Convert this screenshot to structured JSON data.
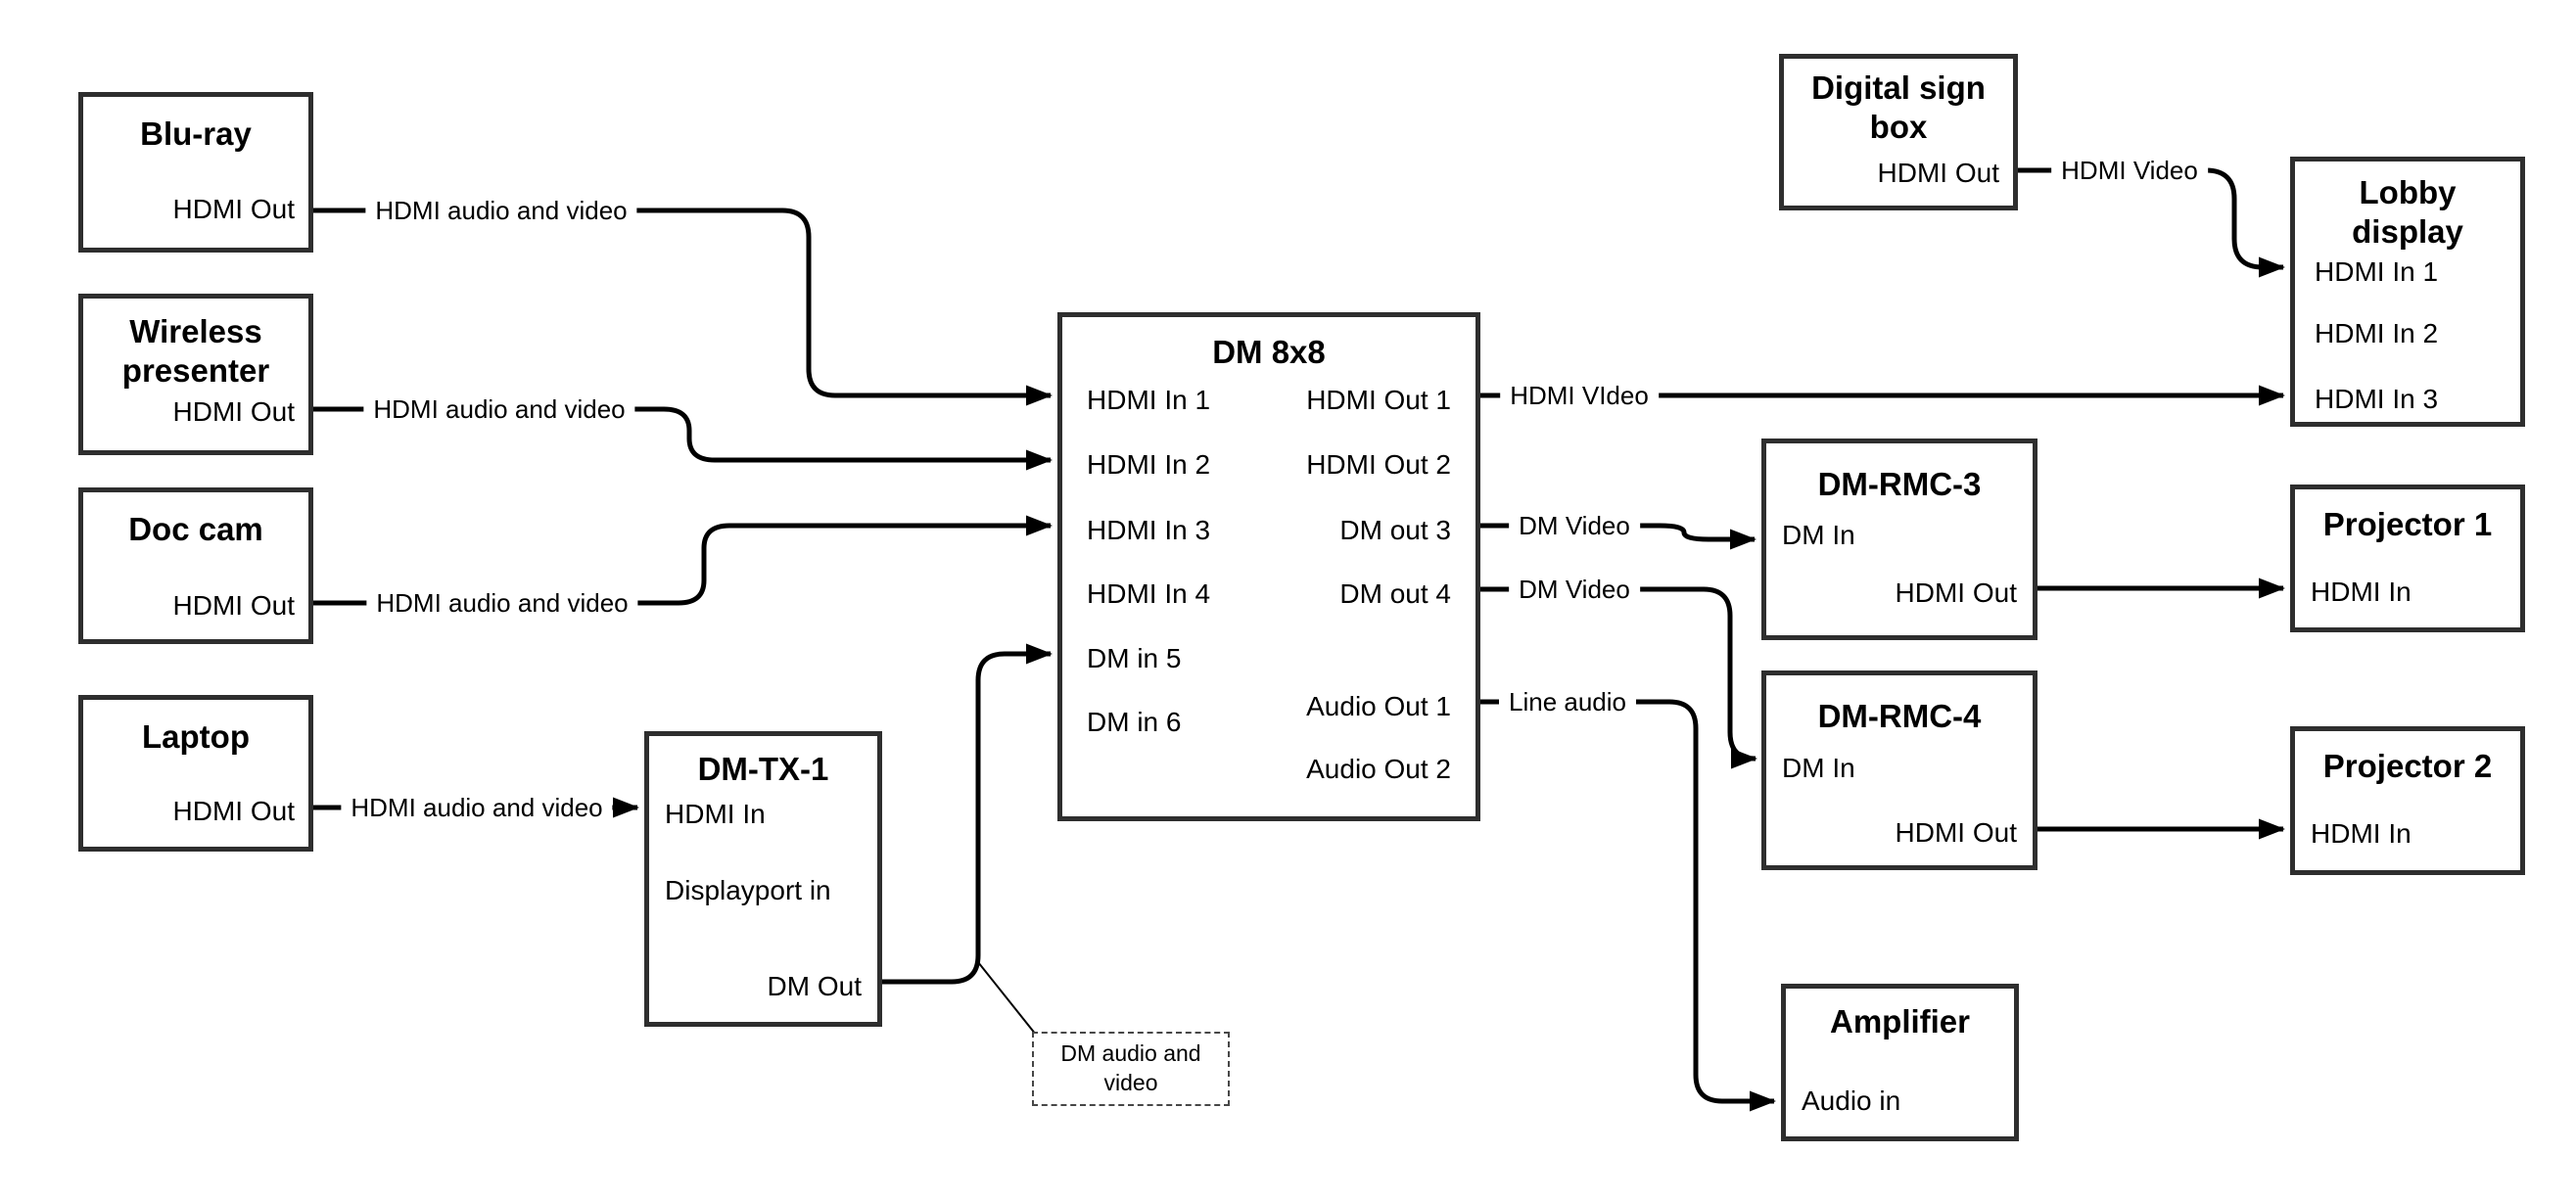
{
  "diagram": {
    "background": "#ffffff",
    "wire_color": "#000000",
    "box_border_color": "#2e2e2e",
    "text_color": "#000000"
  },
  "nodes": {
    "bluray": {
      "title": "Blu-ray",
      "ports": [
        {
          "label": "HDMI Out"
        }
      ]
    },
    "wireless": {
      "title": "Wireless\npresenter",
      "ports": [
        {
          "label": "HDMI Out"
        }
      ]
    },
    "doccam": {
      "title": "Doc cam",
      "ports": [
        {
          "label": "HDMI Out"
        }
      ]
    },
    "laptop": {
      "title": "Laptop",
      "ports": [
        {
          "label": "HDMI Out"
        }
      ]
    },
    "dmtx1": {
      "title": "DM-TX-1",
      "ports": [
        {
          "label": "HDMI In"
        },
        {
          "label": "Displayport in"
        },
        {
          "label": "DM Out"
        }
      ]
    },
    "dm8x8": {
      "title": "DM 8x8",
      "ports": [
        {
          "label": "HDMI In 1"
        },
        {
          "label": "HDMI In 2"
        },
        {
          "label": "HDMI In 3"
        },
        {
          "label": "HDMI In 4"
        },
        {
          "label": "DM in 5"
        },
        {
          "label": "DM in 6"
        },
        {
          "label": "HDMI Out 1"
        },
        {
          "label": "HDMI Out 2"
        },
        {
          "label": "DM out 3"
        },
        {
          "label": "DM out 4"
        },
        {
          "label": "Audio Out 1"
        },
        {
          "label": "Audio Out 2"
        }
      ]
    },
    "digitalsign": {
      "title": "Digital sign\nbox",
      "ports": [
        {
          "label": "HDMI Out"
        }
      ]
    },
    "lobby": {
      "title": "Lobby\ndisplay",
      "ports": [
        {
          "label": "HDMI In 1"
        },
        {
          "label": "HDMI In 2"
        },
        {
          "label": "HDMI In 3"
        }
      ]
    },
    "dmrmc3": {
      "title": "DM-RMC-3",
      "ports": [
        {
          "label": "DM In"
        },
        {
          "label": "HDMI Out"
        }
      ]
    },
    "projector1": {
      "title": "Projector 1",
      "ports": [
        {
          "label": "HDMI In"
        }
      ]
    },
    "dmrmc4": {
      "title": "DM-RMC-4",
      "ports": [
        {
          "label": "DM In"
        },
        {
          "label": "HDMI Out"
        }
      ]
    },
    "projector2": {
      "title": "Projector 2",
      "ports": [
        {
          "label": "HDMI In"
        }
      ]
    },
    "amplifier": {
      "title": "Amplifier",
      "ports": [
        {
          "label": "Audio in"
        }
      ]
    }
  },
  "edges": [
    {
      "from": "Blu-ray HDMI Out",
      "to": "DM 8x8 HDMI In 1",
      "label": "HDMI audio and video"
    },
    {
      "from": "Wireless presenter HDMI Out",
      "to": "DM 8x8 HDMI In 2",
      "label": "HDMI audio and video"
    },
    {
      "from": "Doc cam HDMI Out",
      "to": "DM 8x8 HDMI In 3",
      "label": "HDMI audio and video"
    },
    {
      "from": "Laptop HDMI Out",
      "to": "DM-TX-1 HDMI In",
      "label": "HDMI audio and video"
    },
    {
      "from": "DM-TX-1 DM Out",
      "to": "DM 8x8 DM in 5",
      "label": ""
    },
    {
      "from": "DM 8x8 HDMI Out 1",
      "to": "Lobby display HDMI In 3",
      "label": "HDMI VIdeo"
    },
    {
      "from": "DM 8x8 DM out 3",
      "to": "DM-RMC-3 DM In",
      "label": "DM Video"
    },
    {
      "from": "DM 8x8 DM out 4",
      "to": "DM-RMC-4 DM In",
      "label": "DM Video"
    },
    {
      "from": "DM 8x8 Audio Out 1",
      "to": "Amplifier Audio in",
      "label": "Line audio"
    },
    {
      "from": "Digital sign box HDMI Out",
      "to": "Lobby display HDMI In 1",
      "label": "HDMI Video"
    },
    {
      "from": "DM-RMC-3 HDMI Out",
      "to": "Projector 1 HDMI In",
      "label": ""
    },
    {
      "from": "DM-RMC-4 HDMI Out",
      "to": "Projector 2 HDMI In",
      "label": ""
    }
  ],
  "note": {
    "text": "DM audio and\nvideo"
  }
}
